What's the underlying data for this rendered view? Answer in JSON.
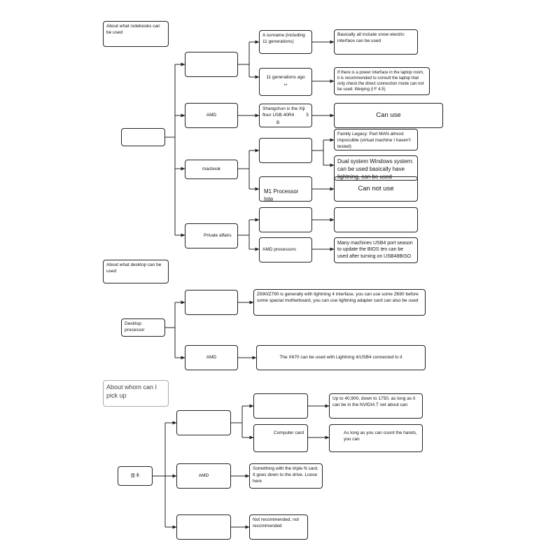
{
  "section1": {
    "title": "About what notebooks can be used",
    "root": "",
    "branches": {
      "blank_top": "",
      "amd": "AMD",
      "macbook": "macbook",
      "private": "Private affairs"
    },
    "leaves": {
      "surname": "A surname (including 11 generations)",
      "generations": "11 generations ago",
      "generations_mark": "**",
      "shanghun": "Shangchun is the Xiji floor USB 40R4",
      "shanghun_b": "B",
      "shanghun_num": "5",
      "mac_blank": "",
      "m1": "M1 Processor Inte",
      "private_blank": "",
      "amd_proc": "AMD processors"
    },
    "notes": {
      "basically": "Basically all include snow electric interface can be used",
      "power": "If there is a power interface in the laptop room, it is recommended to consult the laptop that only check the direct connection mode can not be used. Weiying (I F 4.5)",
      "can_use": "Can use",
      "family": "Family Legacy: Part MAN almost impossible (virtual machine I haven't tested)",
      "dual": "Dual system Windows system: can be used basically have lightning, can be used",
      "cannot": "Can not use",
      "private_note": "",
      "many": "Many machines USB4 port season to update the BIOS ten can be used after turning on USB48BISO"
    }
  },
  "section2": {
    "title": "About what desktop can be used",
    "root": "Desktop processor",
    "branches": {
      "blank": "",
      "amd": "AMD"
    },
    "notes": {
      "z690": "Z690/Z790 is generally with lightning 4 interface, you can use some Z690 before some special motherboard, you can use lightning adapter card can also be used",
      "x670": "The X670 can be used with Lightning 4/USB4 connected to it"
    }
  },
  "section3": {
    "title": "About whom can I pick up",
    "root": "显卡",
    "branches": {
      "top": "",
      "amd": "AMD",
      "bottom": ""
    },
    "leaves": {
      "blank": "",
      "computer_card": "Computer card"
    },
    "notes": {
      "upto": "Up to 40,900, down to 1750, as long as it can be in the NVIDIA T net about can",
      "hands": "As long as you can count the hands, you can",
      "triple": "Something with the triple N card. It goes down to the drive. Loose here",
      "notrec": "Not recommended, not recommended"
    }
  }
}
